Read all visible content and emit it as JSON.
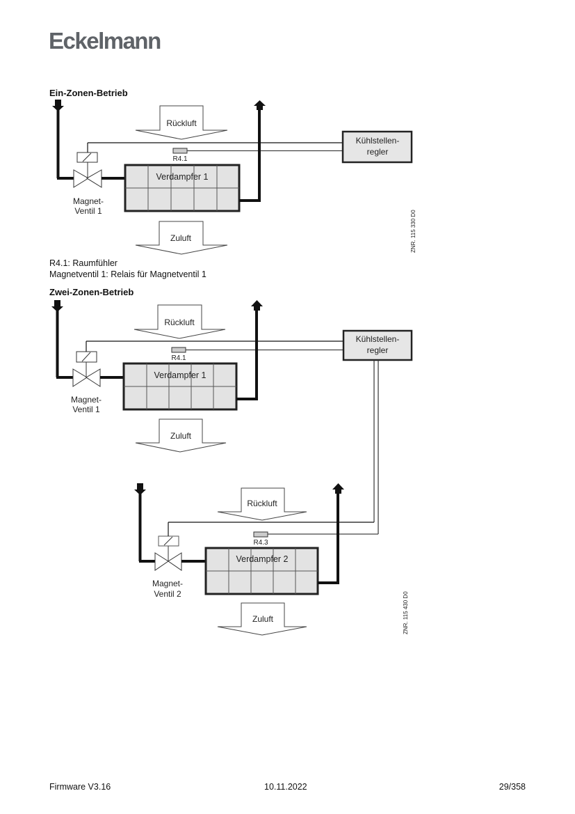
{
  "header": {
    "logo": "Eckelmann"
  },
  "sections": [
    {
      "title": "Ein-Zonen-Betrieb",
      "diagram": {
        "return_air": "Rückluft",
        "supply_air": "Zuluft",
        "controller_line1": "Kühlstellen-",
        "controller_line2": "regler",
        "sensor": "R4.1",
        "evaporator": "Verdampfer 1",
        "valve_line1": "Magnet-",
        "valve_line2": "Ventil 1",
        "drawing_no": "ZNR. 115 330 D0"
      },
      "legend": [
        "R4.1: Raumfühler",
        "Magnetventil 1: Relais für Magnetventil 1"
      ]
    },
    {
      "title": "Zwei-Zonen-Betrieb",
      "diagram": {
        "controller_line1": "Kühlstellen-",
        "controller_line2": "regler",
        "zone1": {
          "return_air": "Rückluft",
          "supply_air": "Zuluft",
          "sensor": "R4.1",
          "evaporator": "Verdampfer 1",
          "valve_line1": "Magnet-",
          "valve_line2": "Ventil 1"
        },
        "zone2": {
          "return_air": "Rückluft",
          "supply_air": "Zuluft",
          "sensor": "R4.3",
          "evaporator": "Verdampfer 2",
          "valve_line1": "Magnet-",
          "valve_line2": "Ventil 2"
        },
        "drawing_no": "ZNR. 115 430 D0"
      }
    }
  ],
  "footer": {
    "firmware": "Firmware V3.16",
    "date": "10.11.2022",
    "page": "29/358"
  }
}
